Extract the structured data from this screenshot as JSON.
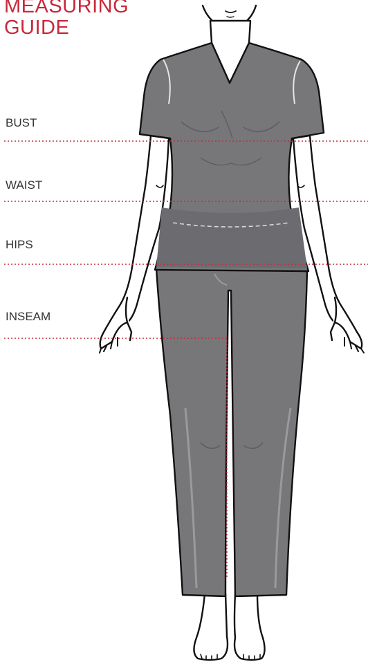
{
  "title": {
    "line1": "MEASURING",
    "line2": "GUIDE"
  },
  "labels": {
    "bust": "BUST",
    "waist": "WAIST",
    "hips": "HIPS",
    "inseam": "INSEAM"
  },
  "colors": {
    "accent": "#c8283a",
    "garment": "#77777a",
    "outline": "#111111",
    "skin": "#ffffff"
  }
}
